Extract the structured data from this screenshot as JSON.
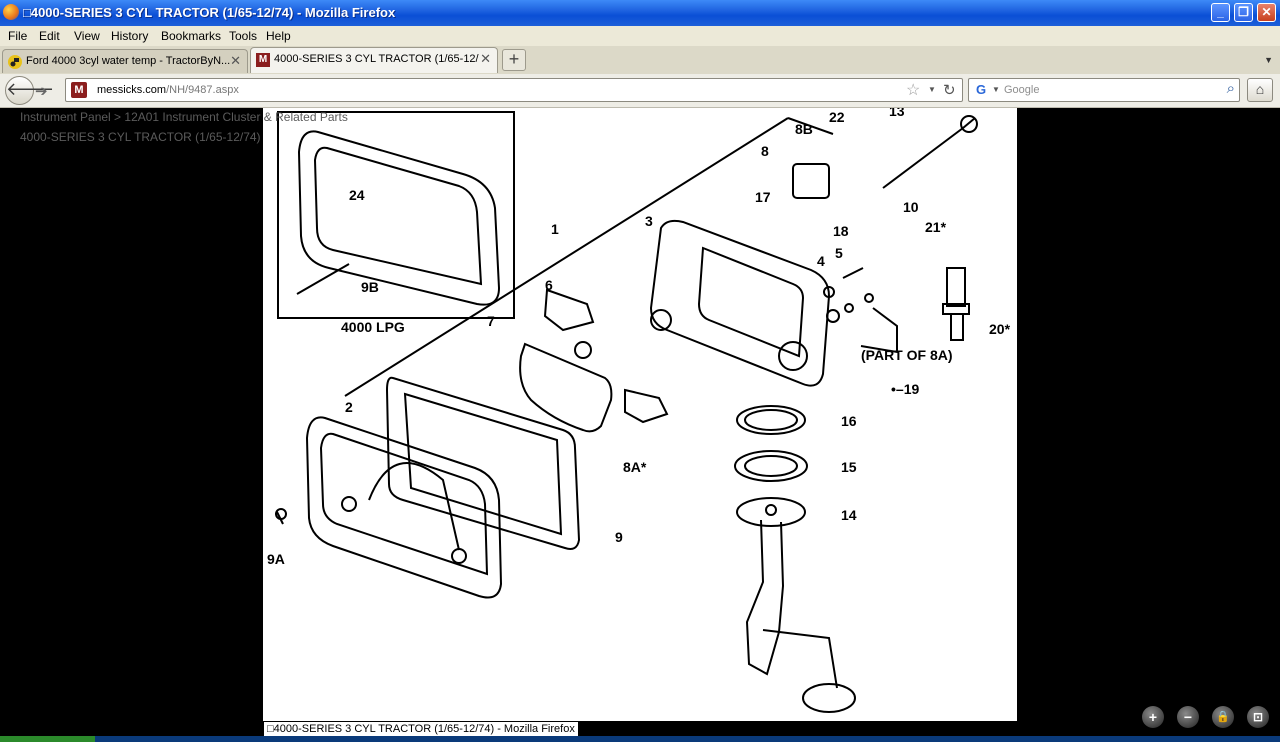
{
  "window": {
    "title": "□4000-SERIES 3 CYL TRACTOR (1/65-12/74) - Mozilla Firefox",
    "controls": {
      "minimize": "_",
      "maximize": "❐",
      "close": "✕"
    }
  },
  "menu": [
    "File",
    "Edit",
    "View",
    "History",
    "Bookmarks",
    "Tools",
    "Help"
  ],
  "tabs": [
    {
      "label": "Ford 4000 3cyl water temp - TractorByN...",
      "close": "✕"
    },
    {
      "label": "4000-SERIES 3 CYL TRACTOR (1/65-12/...",
      "close": "✕"
    }
  ],
  "new_tab": "+",
  "nav": {
    "url_host": "messicks.com",
    "url_path": "/NH/9487.aspx",
    "search_placeholder": "Google",
    "site_icon_letter": "M"
  },
  "page": {
    "breadcrumb": "Instrument Panel > 12A01 Instrument Cluster & Related Parts",
    "subtitle": "4000-SERIES 3 CYL TRACTOR (1/65-12/74)",
    "tooltip": "□4000-SERIES 3 CYL TRACTOR (1/65-12/74) - Mozilla Firefox"
  },
  "diagram": {
    "labels": [
      "24",
      "9B",
      "4000 LPG",
      "1",
      "2",
      "3",
      "4",
      "5",
      "6",
      "7",
      "8",
      "8B",
      "22",
      "13",
      "10",
      "17",
      "18",
      "21*",
      "20*",
      "(PART OF 8A)",
      "•–19",
      "16",
      "15",
      "14",
      "9",
      "9A",
      "8A*"
    ]
  },
  "viewer_controls": {
    "zoom_in": "+",
    "zoom_out": "−",
    "lock": "🔒",
    "fit": "⊡"
  }
}
